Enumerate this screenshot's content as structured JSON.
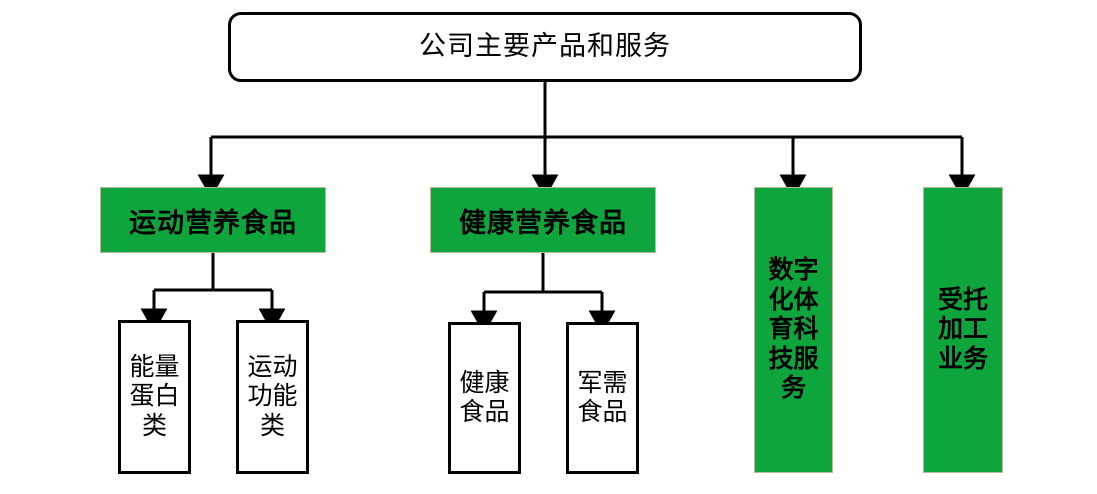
{
  "diagram": {
    "title_text": "公司主要产品和服务",
    "colors": {
      "green_fill": "#0EA63C",
      "line": "#000000",
      "box_fill": "#FFFFFF",
      "text": "#000000"
    },
    "root": {
      "label": "公司主要产品和服务",
      "shape": "rounded-rectangle",
      "fill": "#FFFFFF"
    },
    "branches": [
      {
        "id": "sports-nutrition",
        "label": "运动营养食品",
        "fill": "#0EA63C",
        "children": [
          {
            "id": "energy-protein",
            "label": "能量\n蛋白\n类",
            "fill": "#FFFFFF"
          },
          {
            "id": "sports-function",
            "label": "运动\n功能\n类",
            "fill": "#FFFFFF"
          }
        ]
      },
      {
        "id": "health-nutrition",
        "label": "健康营养食品",
        "fill": "#0EA63C",
        "children": [
          {
            "id": "health-food",
            "label": "健康\n食品",
            "fill": "#FFFFFF"
          },
          {
            "id": "military-food",
            "label": "军需\n食品",
            "fill": "#FFFFFF"
          }
        ]
      },
      {
        "id": "digital-sports-tech",
        "label": "数字\n化体\n育科\n技服\n务",
        "fill": "#0EA63C",
        "children": []
      },
      {
        "id": "contract-manufacturing",
        "label": "受托\n加工\n业务",
        "fill": "#0EA63C",
        "children": []
      }
    ]
  }
}
